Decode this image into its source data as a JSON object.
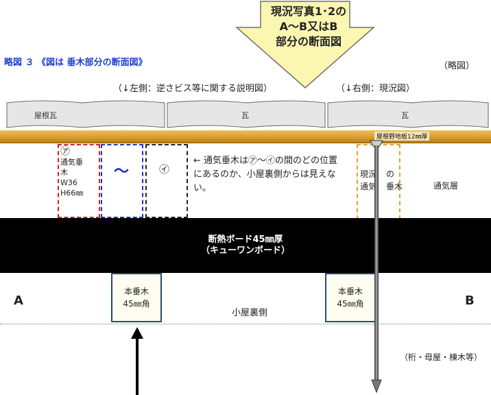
{
  "title": "略図 ３ 《図は 垂木部分の断面図》",
  "callout": {
    "line1": "現況写真1･2の",
    "line2": "A～B又はB",
    "line3": "部分の断面図"
  },
  "rough_note": "（略図）",
  "left_caption": "（↓左側：逆さビス等に関する説明図）",
  "right_caption": "（↓右側：現況図）",
  "tiles": {
    "left": "屋根瓦",
    "middle": "瓦",
    "right": "瓦"
  },
  "sheathing_label": "屋根野地板12㎜厚",
  "box_a": {
    "mark": "㋐",
    "line1": "通気垂",
    "line2": "木",
    "line3": "W36",
    "line4": "H66㎜"
  },
  "box_tilde": "～",
  "box_i": "㋑",
  "note": "← 通気垂木は㋐～㋑の間のどの位置にあるのか、小屋裏側からは見えない。",
  "right_box": {
    "l1": "現況",
    "l2": "通気",
    "r1": "の",
    "r2": "垂木"
  },
  "vent_layer": "通気層",
  "board": {
    "line1": "断熱ボード45㎜厚",
    "line2": "（キューワンボード）"
  },
  "post_left": {
    "line1": "本垂木",
    "line2": "45㎜角"
  },
  "post_right": {
    "line1": "本垂木",
    "line2": "45㎜角"
  },
  "label_a": "A",
  "label_b": "B",
  "attic": "小屋裏側",
  "beams": "（桁・母屋・棟木等）",
  "colors": {
    "sheathing": "#d79a28",
    "callout_fill": "#fbf6b0",
    "title_blue": "#1f3fd0",
    "box_red": "#d02020",
    "box_blue": "#2030c0",
    "box_orange": "#e0a030"
  }
}
